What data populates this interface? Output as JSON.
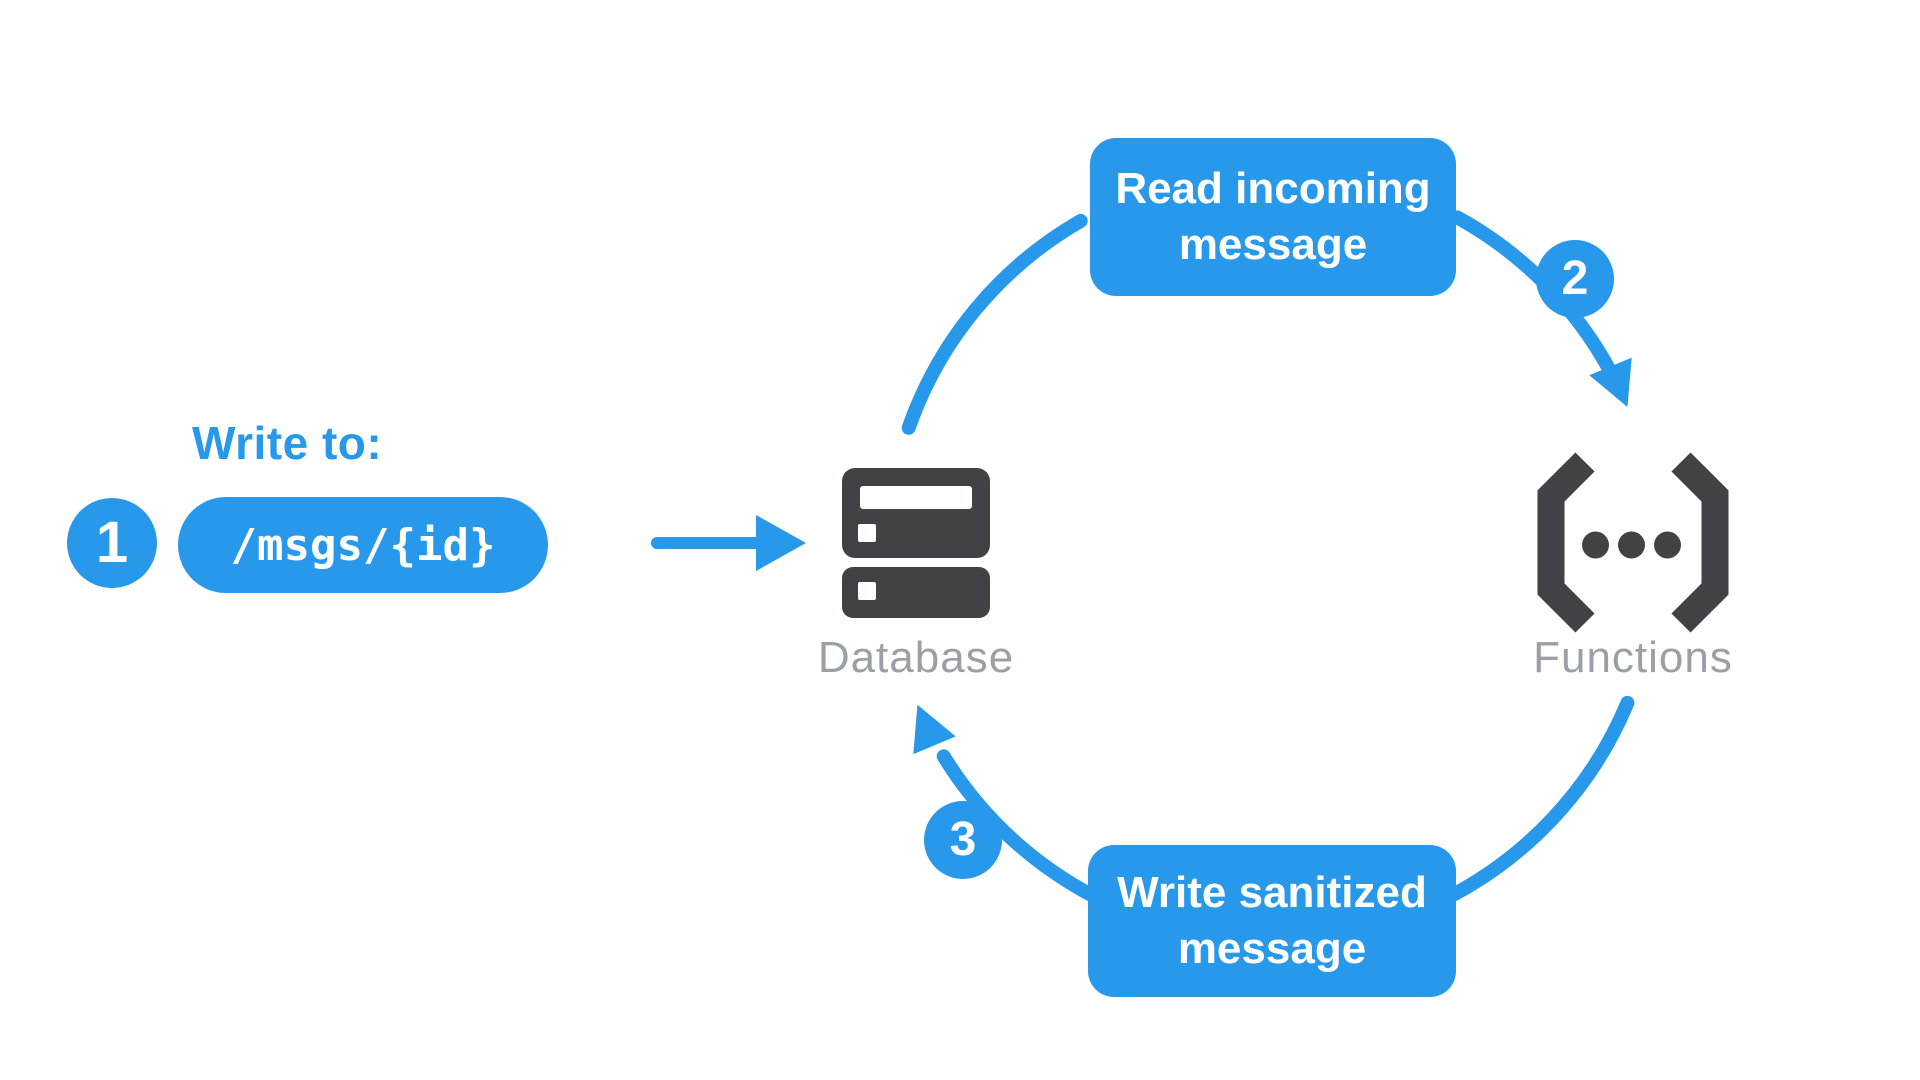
{
  "colors": {
    "accent_blue": "#2898ea",
    "icon_dark": "#404245",
    "label_gray": "#9aa0a6",
    "text_on_blue": "#ffffff"
  },
  "input": {
    "label": "Write to:",
    "badge": "1",
    "path_value": "/msgs/{id}"
  },
  "nodes": {
    "database": {
      "label": "Database"
    },
    "functions": {
      "label": "Functions"
    }
  },
  "steps": {
    "read": {
      "badge": "2",
      "text": "Read incoming message",
      "line1": "Read incoming",
      "line2": "message"
    },
    "write_back": {
      "badge": "3",
      "text": "Write sanitized message",
      "line1": "Write sanitized",
      "line2": "message"
    }
  }
}
